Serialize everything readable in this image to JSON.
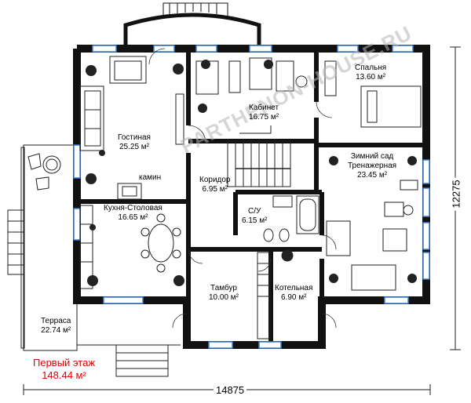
{
  "rooms": {
    "gostinaya": {
      "name": "Гостиная",
      "area": "25.25 м²"
    },
    "kabinet": {
      "name": "Кабинет",
      "area": "16.75 м²"
    },
    "spalnya": {
      "name": "Спальня",
      "area": "13.60 м²"
    },
    "koridor": {
      "name": "Коридор",
      "area": "6.95 м²"
    },
    "su": {
      "name": "С/У",
      "area": "6.15 м²"
    },
    "zimniy_sad": {
      "name": "Зимний сад",
      "subtitle": "Тренажерная",
      "area": "23.45 м²"
    },
    "kuhnya": {
      "name": "Кухня-Столовая",
      "area": "16.65 м²"
    },
    "tambur": {
      "name": "Тамбур",
      "area": "10.00 м²"
    },
    "kotelnaya": {
      "name": "Котельная",
      "area": "6.90 м²"
    },
    "terrasa": {
      "name": "Терраса",
      "area": "22.74 м²"
    }
  },
  "fireplace_label": "камин",
  "floor": {
    "name": "Первый этаж",
    "area": "148.44 м²"
  },
  "dimensions": {
    "width": "14875",
    "height": "12275"
  },
  "watermark": "PARTHENON-HOUSE.RU",
  "colors": {
    "wall": "#111111",
    "window": "#3b7fd6",
    "label_red": "#e00000",
    "furniture": "#222222"
  }
}
